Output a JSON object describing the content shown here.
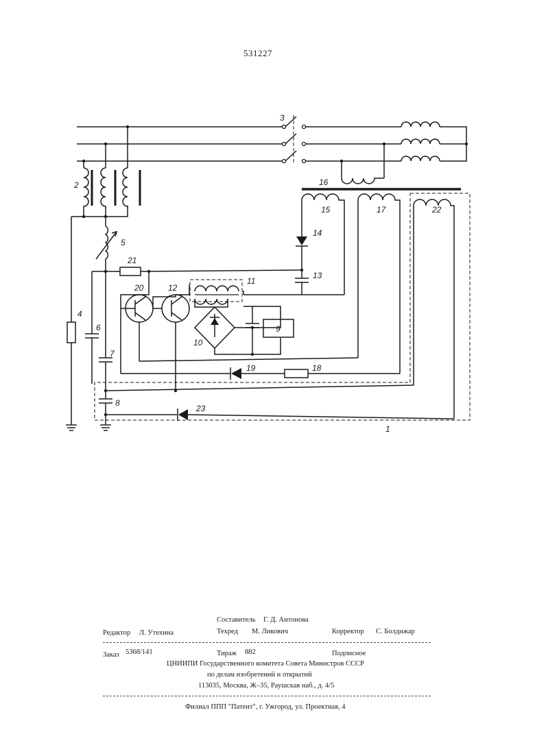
{
  "header": {
    "patent_number": "531227"
  },
  "diagram": {
    "component_labels": {
      "l1": "1",
      "l2": "2",
      "l3": "3",
      "l4": "4",
      "l5": "5",
      "l6": "6",
      "l7": "7",
      "l8": "8",
      "l9": "9",
      "l10": "10",
      "l11": "11",
      "l12": "12",
      "l13": "13",
      "l14": "14",
      "l15": "15",
      "l16": "16",
      "l17": "17",
      "l18": "18",
      "l19": "19",
      "l20": "20",
      "l21": "21",
      "l22": "22",
      "l23": "23"
    }
  },
  "imprint": {
    "compiler_label": "Составитель",
    "compiler_name": "Г. Д. Антонова",
    "editor_label": "Редактор",
    "editor_name": "Л. Утехина",
    "techred_label": "Техред",
    "techred_name": "М. Ликович",
    "corrector_label": "Корректор",
    "corrector_name": "С. Болдижар",
    "order_label": "Заказ",
    "order_value": "5368/141",
    "circulation_label": "Тираж",
    "circulation_value": "882",
    "subscription": "Подписное",
    "org_line1": "ЦНИИПИ Государственного комитета Совета Министров СССР",
    "org_line2": "по делам изобретений и открытий",
    "org_line3": "113035, Москва, Ж–35, Раушская наб., д. 4/5",
    "branch": "Филиал ППП \"Патент\", г. Ужгород, ул. Проектная, 4"
  }
}
